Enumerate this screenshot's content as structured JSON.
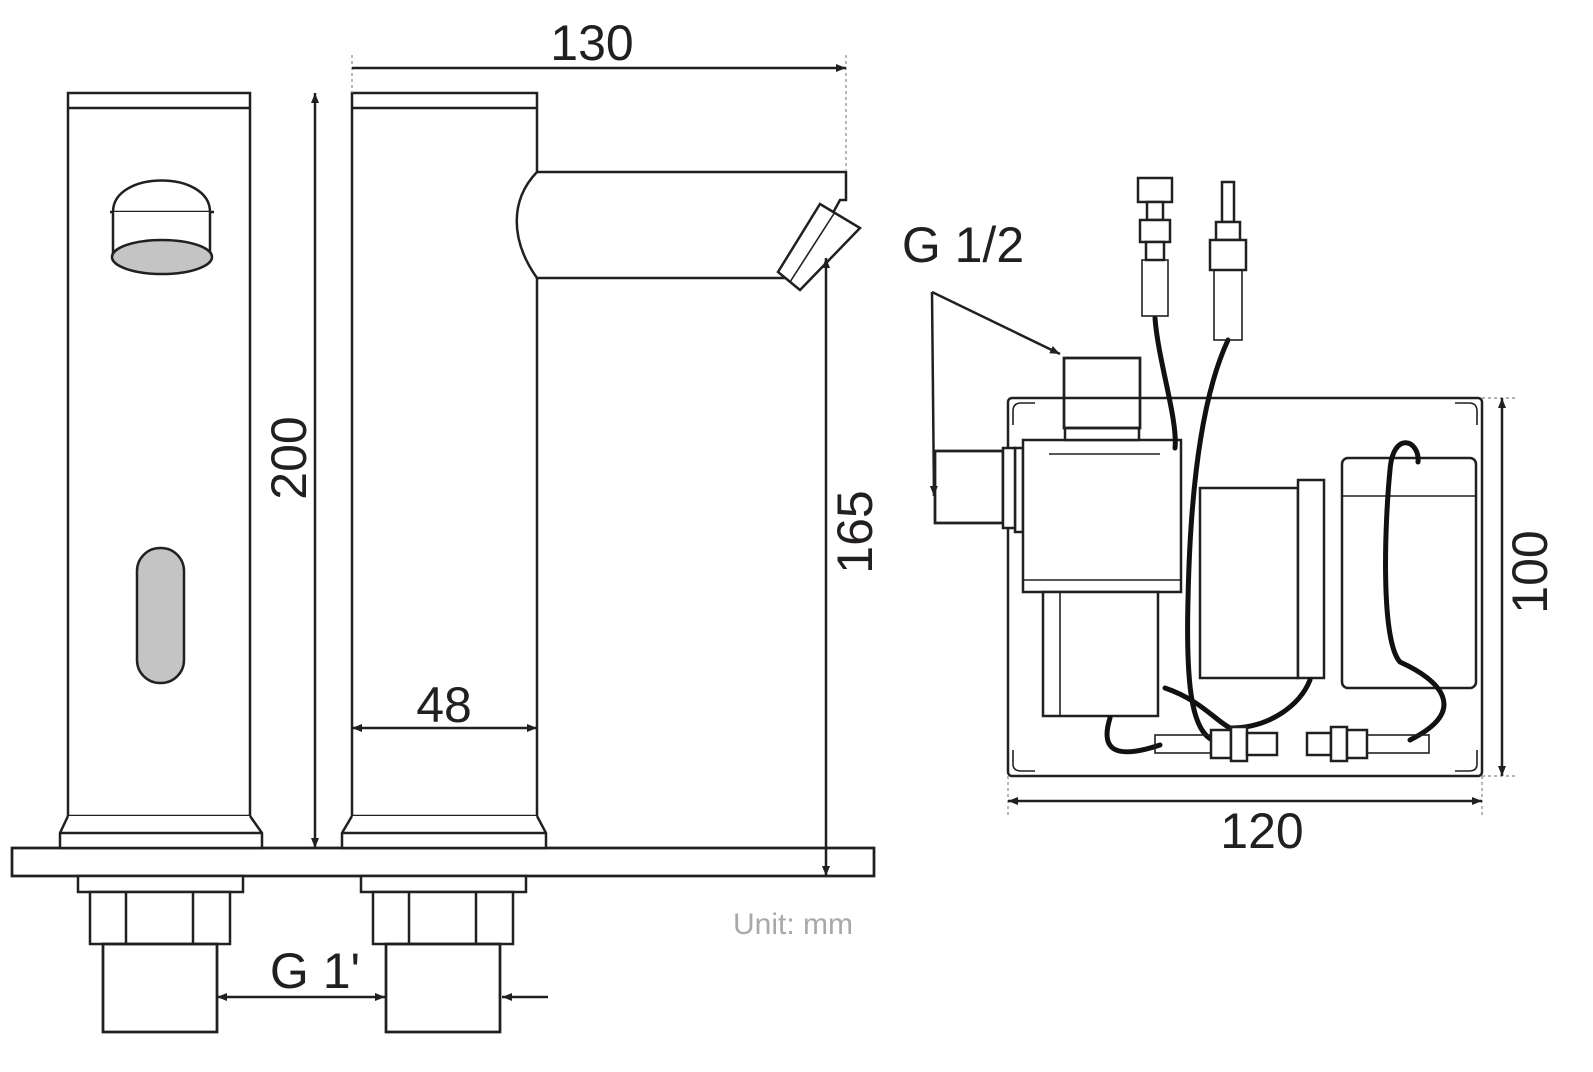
{
  "dimensions": {
    "overall_width": "130",
    "overall_height": "200",
    "spout_height": "165",
    "body_diameter": "48",
    "control_box_width": "120",
    "control_box_height": "100"
  },
  "threads": {
    "inlet": "G 1/2",
    "base": "G 1'"
  },
  "unit": "Unit: mm",
  "colors": {
    "line": "#231f20",
    "fill_gray": "#c4c4c4",
    "cable": "#111111",
    "unit_text": "#a8a8a8"
  }
}
